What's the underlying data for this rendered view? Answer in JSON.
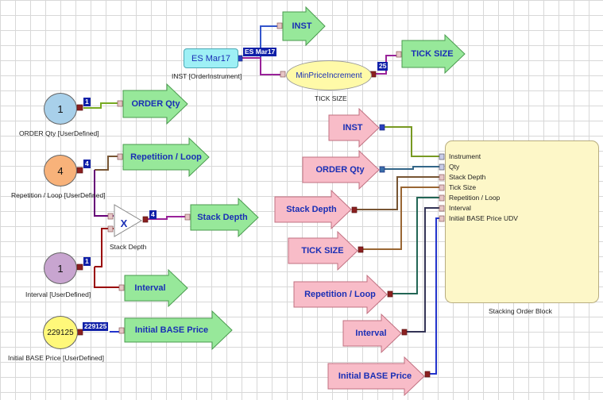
{
  "colors": {
    "green_arrow": "#97e89a",
    "pink_arrow": "#f8bcc8",
    "value_badge": "#1020a8",
    "block_fill": "#fdf7c8",
    "instrument_box": "#9ef0f5",
    "oval_fill": "#fffaa8"
  },
  "instrument": {
    "box_label": "ES Mar17",
    "badge": "ES Mar17",
    "caption": "INST [OrderInstrument]",
    "output_label": "INST"
  },
  "tick": {
    "oval_label": "MinPriceIncrement",
    "badge": "25",
    "caption": "TICK SIZE",
    "output_label": "TICK SIZE"
  },
  "inputs": [
    {
      "value": "1",
      "badge": "1",
      "caption": "ORDER Qty [UserDefined]",
      "output_label": "ORDER Qty"
    },
    {
      "value": "4",
      "badge": "4",
      "caption": "Repetition / Loop [UserDefined]",
      "output_label": "Repetition / Loop"
    },
    {
      "value": "1",
      "badge": "1",
      "caption": "Interval [UserDefined]",
      "output_label": "Interval"
    },
    {
      "value": "229125",
      "badge": "229125",
      "caption": "Initial BASE Price [UserDefined]",
      "output_label": "Initial BASE Price"
    }
  ],
  "multiply": {
    "symbol": "X",
    "badge": "4",
    "caption": "Stack Depth",
    "output_label": "Stack Depth"
  },
  "pink_inputs": [
    "INST",
    "ORDER Qty",
    "Stack Depth",
    "TICK SIZE",
    "Repetition / Loop",
    "Interval",
    "Initial BASE Price"
  ],
  "block": {
    "caption": "Stacking Order Block",
    "ports": [
      "Instrument",
      "Qty",
      "Stack Depth",
      "Tick Size",
      "Repetition / Loop",
      "Interval",
      "Initial BASE Price UDV"
    ]
  }
}
